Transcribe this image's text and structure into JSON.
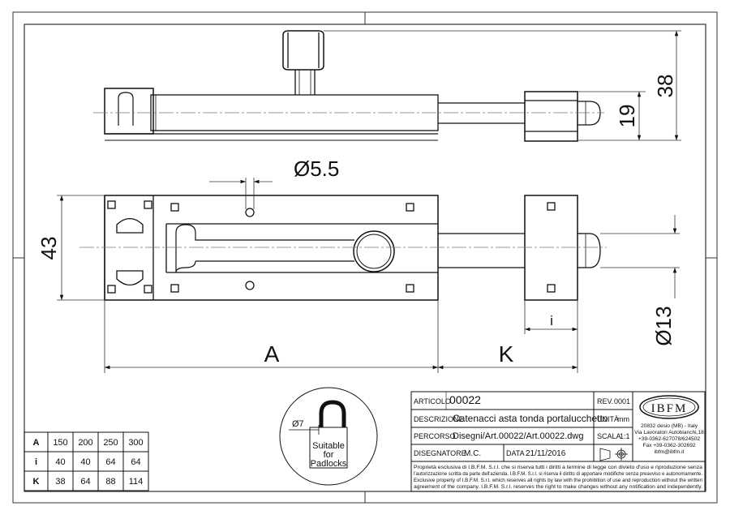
{
  "dimensions": {
    "d55": "Ø5.5",
    "h43": "43",
    "h38": "38",
    "h19": "19",
    "d13": "Ø13",
    "A": "A",
    "K": "K",
    "i": "i"
  },
  "padlock": {
    "diameter": "Ø7",
    "line1": "Suitable",
    "line2": "for",
    "line3": "Padlocks"
  },
  "size_table": {
    "rows": [
      [
        "A",
        "150",
        "200",
        "250",
        "300"
      ],
      [
        "i",
        "40",
        "40",
        "64",
        "64"
      ],
      [
        "K",
        "38",
        "64",
        "88",
        "114"
      ]
    ]
  },
  "title_block": {
    "articolo_label": "ARTICOLO",
    "articolo_value": "00022",
    "rev_label": "REV.",
    "rev_value": "0001",
    "descrizione_label": "DESCRIZIONE",
    "descrizione_value": "Catenacci asta tonda portalucchetto",
    "unita_label": "UNITÀ",
    "unita_value": "mm",
    "percorso_label": "PERCORSO",
    "percorso_value": "Disegni/Art.00022/Art.00022.dwg",
    "scala_label": "SCALA",
    "scala_value": "1:1",
    "disegnatore_label": "DISEGNATORE",
    "disegnatore_value": "M.C.",
    "data_label": "DATA",
    "data_value": "21/11/2016",
    "logo": "IBFM",
    "address1": "20832 desio (MB) - Italy",
    "address2": "Via Lavoratori Autobianchi,18",
    "phone": "+39-0362-627078/624502",
    "fax": "Fax +39-0362-302692",
    "email": "ibfm@ibfm.it",
    "disclaimer1": "Proprietà esclusiva di I.B.F.M. S.r.l. che si riserva tutti i diritti a termine di legge con divieto d'uso e riproduzione senza",
    "disclaimer2": "l'autorizzazione scritta da parte dell'azienda. I.B.F.M. S.r.l. si riserva il diritto di apportare modifiche senza preavviso e autonomamente.",
    "disclaimer3": "Exclusive property of I.B.F.M. S.r.l. which reserves all rights by law with the prohibition of use and reproduction without the written",
    "disclaimer4": "agreement of the company. I.B.F.M. S.r.l. reserves the right to make changes without any notification and independently."
  }
}
